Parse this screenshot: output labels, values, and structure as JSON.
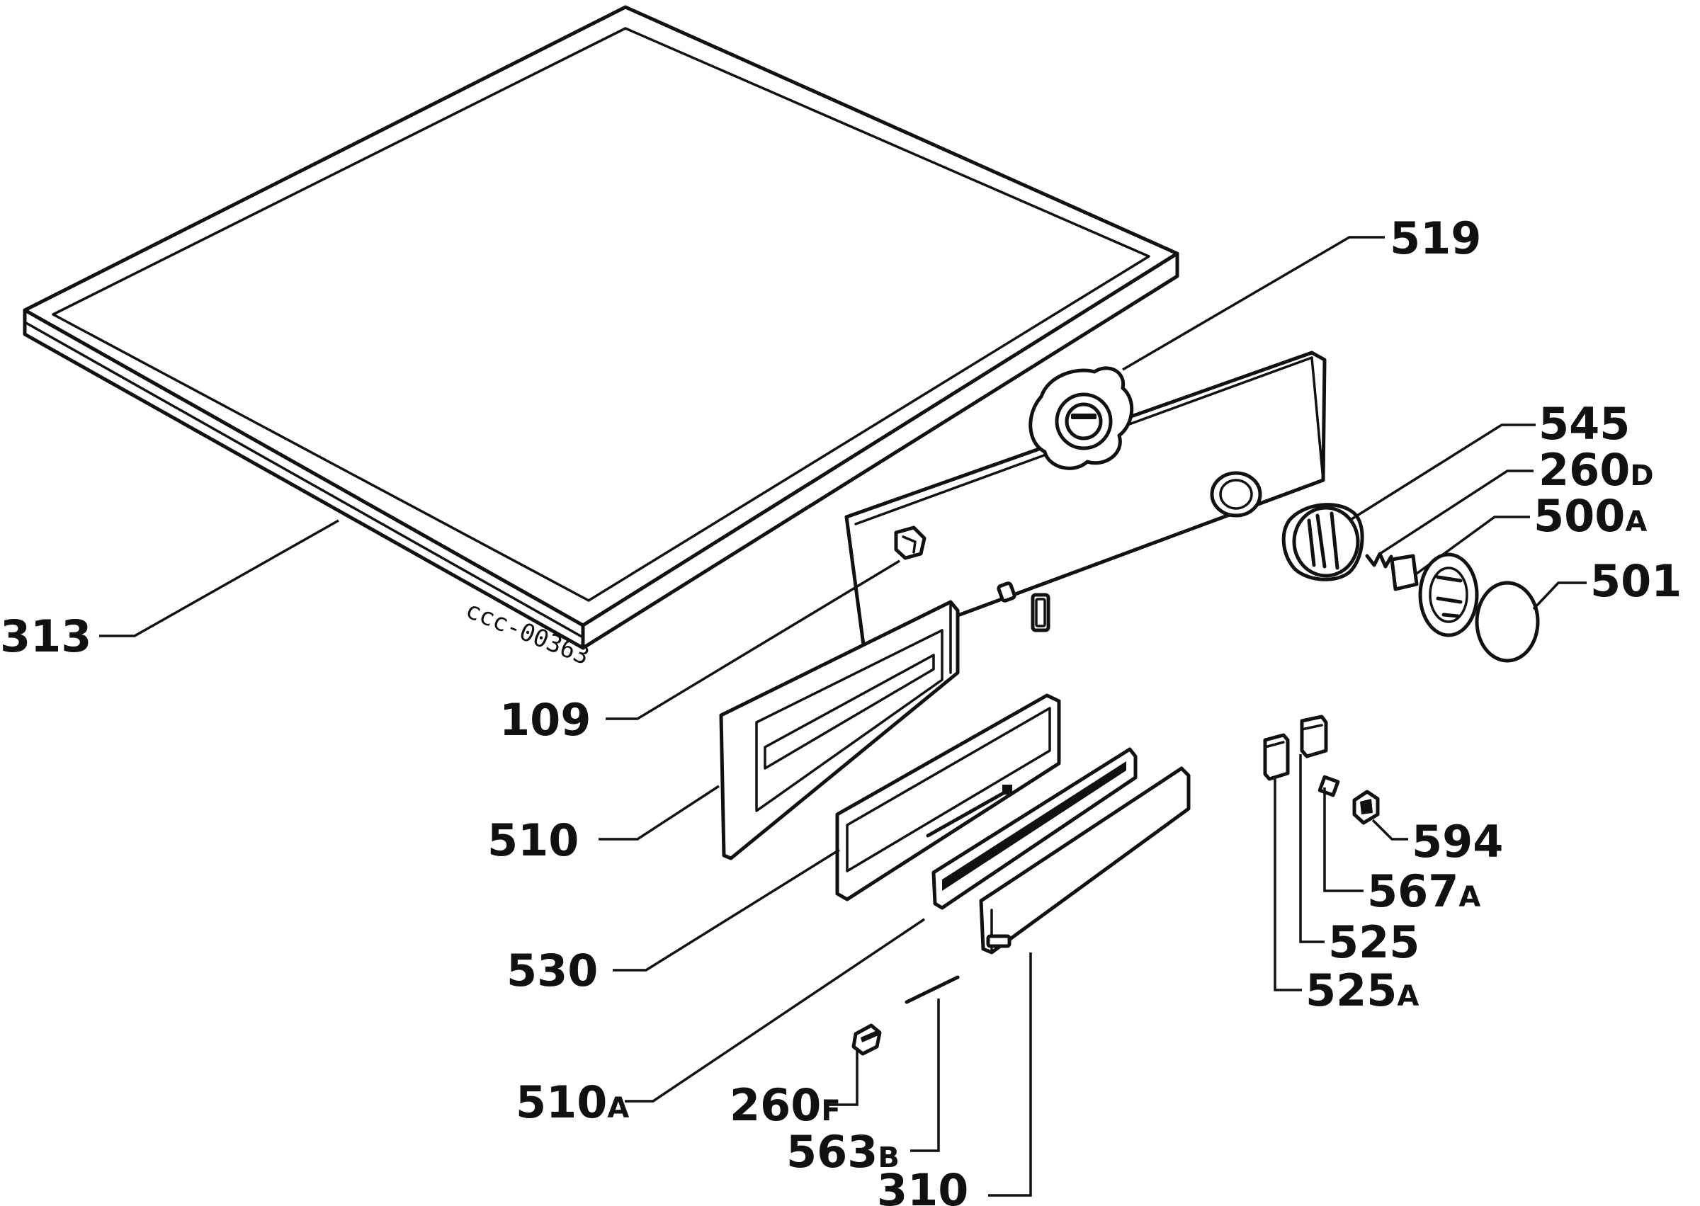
{
  "diagram": {
    "drawing_code": "ccc-00363",
    "parts": [
      {
        "id": "p519",
        "number": "519",
        "suffix": ""
      },
      {
        "id": "p545",
        "number": "545",
        "suffix": ""
      },
      {
        "id": "p260d",
        "number": "260",
        "suffix": "D"
      },
      {
        "id": "p500a",
        "number": "500",
        "suffix": "A"
      },
      {
        "id": "p501",
        "number": "501",
        "suffix": ""
      },
      {
        "id": "p313",
        "number": "313",
        "suffix": ""
      },
      {
        "id": "p109",
        "number": "109",
        "suffix": ""
      },
      {
        "id": "p510",
        "number": "510",
        "suffix": ""
      },
      {
        "id": "p530",
        "number": "530",
        "suffix": ""
      },
      {
        "id": "p510a",
        "number": "510",
        "suffix": "A"
      },
      {
        "id": "p260f",
        "number": "260",
        "suffix": "F"
      },
      {
        "id": "p563b",
        "number": "563",
        "suffix": "B"
      },
      {
        "id": "p310",
        "number": "310",
        "suffix": ""
      },
      {
        "id": "p594",
        "number": "594",
        "suffix": ""
      },
      {
        "id": "p567a",
        "number": "567",
        "suffix": "A"
      },
      {
        "id": "p525",
        "number": "525",
        "suffix": ""
      },
      {
        "id": "p525a",
        "number": "525",
        "suffix": "A"
      }
    ]
  }
}
